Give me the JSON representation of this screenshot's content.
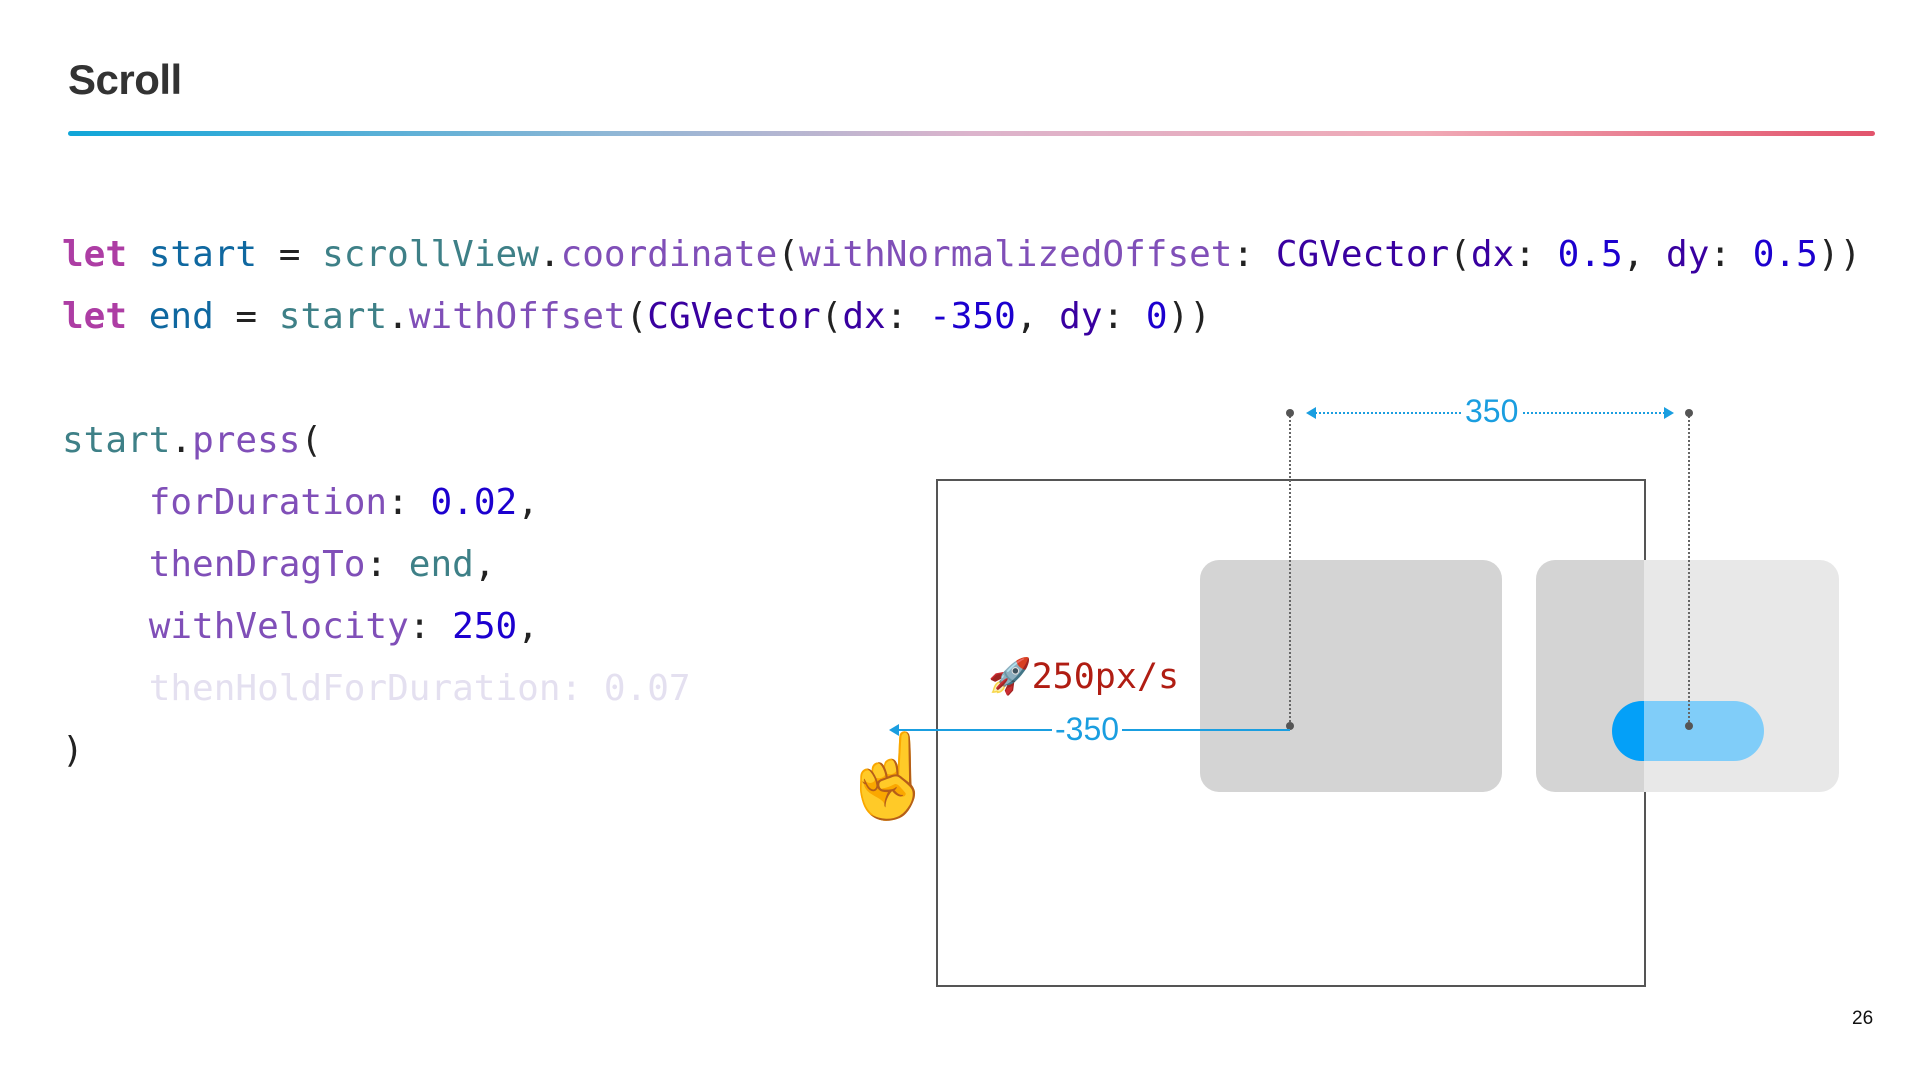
{
  "slide": {
    "title": "Scroll",
    "page_number": "26"
  },
  "code": {
    "line1": [
      {
        "t": "let",
        "c": "kw"
      },
      {
        "t": " ",
        "c": "plain"
      },
      {
        "t": "start",
        "c": "var"
      },
      {
        "t": " = ",
        "c": "plain"
      },
      {
        "t": "scrollView",
        "c": "ref"
      },
      {
        "t": ".",
        "c": "plain"
      },
      {
        "t": "coordinate",
        "c": "fn"
      },
      {
        "t": "(",
        "c": "plain"
      },
      {
        "t": "withNormalizedOffset",
        "c": "fn"
      },
      {
        "t": ": ",
        "c": "plain"
      },
      {
        "t": "CGVector",
        "c": "type"
      },
      {
        "t": "(",
        "c": "plain"
      },
      {
        "t": "dx",
        "c": "type"
      },
      {
        "t": ": ",
        "c": "plain"
      },
      {
        "t": "0.5",
        "c": "num"
      },
      {
        "t": ", ",
        "c": "plain"
      },
      {
        "t": "dy",
        "c": "type"
      },
      {
        "t": ": ",
        "c": "plain"
      },
      {
        "t": "0.5",
        "c": "num"
      },
      {
        "t": "))",
        "c": "plain"
      }
    ],
    "line2": [
      {
        "t": "let",
        "c": "kw"
      },
      {
        "t": " ",
        "c": "plain"
      },
      {
        "t": "end",
        "c": "var"
      },
      {
        "t": " = ",
        "c": "plain"
      },
      {
        "t": "start",
        "c": "ref"
      },
      {
        "t": ".",
        "c": "plain"
      },
      {
        "t": "withOffset",
        "c": "fn"
      },
      {
        "t": "(",
        "c": "plain"
      },
      {
        "t": "CGVector",
        "c": "type"
      },
      {
        "t": "(",
        "c": "plain"
      },
      {
        "t": "dx",
        "c": "type"
      },
      {
        "t": ": ",
        "c": "plain"
      },
      {
        "t": "-350",
        "c": "num"
      },
      {
        "t": ", ",
        "c": "plain"
      },
      {
        "t": "dy",
        "c": "type"
      },
      {
        "t": ": ",
        "c": "plain"
      },
      {
        "t": "0",
        "c": "num"
      },
      {
        "t": "))",
        "c": "plain"
      }
    ],
    "line3": [
      {
        "t": "start",
        "c": "ref"
      },
      {
        "t": ".",
        "c": "plain"
      },
      {
        "t": "press",
        "c": "fn"
      },
      {
        "t": "(",
        "c": "plain"
      }
    ],
    "line4": [
      {
        "t": "    forDuration",
        "c": "fn"
      },
      {
        "t": ": ",
        "c": "plain"
      },
      {
        "t": "0.02",
        "c": "num"
      },
      {
        "t": ",",
        "c": "plain"
      }
    ],
    "line5": [
      {
        "t": "    thenDragTo",
        "c": "fn"
      },
      {
        "t": ": ",
        "c": "plain"
      },
      {
        "t": "end",
        "c": "ref"
      },
      {
        "t": ",",
        "c": "plain"
      }
    ],
    "line6": [
      {
        "t": "    withVelocity",
        "c": "fn"
      },
      {
        "t": ": ",
        "c": "plain"
      },
      {
        "t": "250",
        "c": "num"
      },
      {
        "t": ",",
        "c": "plain"
      }
    ],
    "line7": [
      {
        "t": "    thenHoldForDuration: 0.07",
        "c": "faded"
      }
    ],
    "line8": [
      {
        "t": ")",
        "c": "plain"
      }
    ]
  },
  "diagram": {
    "distance_label": "350",
    "drag_label": "-350",
    "speed_emoji": "🚀",
    "speed_label": "250px/s",
    "hand_emoji": "☝️"
  }
}
